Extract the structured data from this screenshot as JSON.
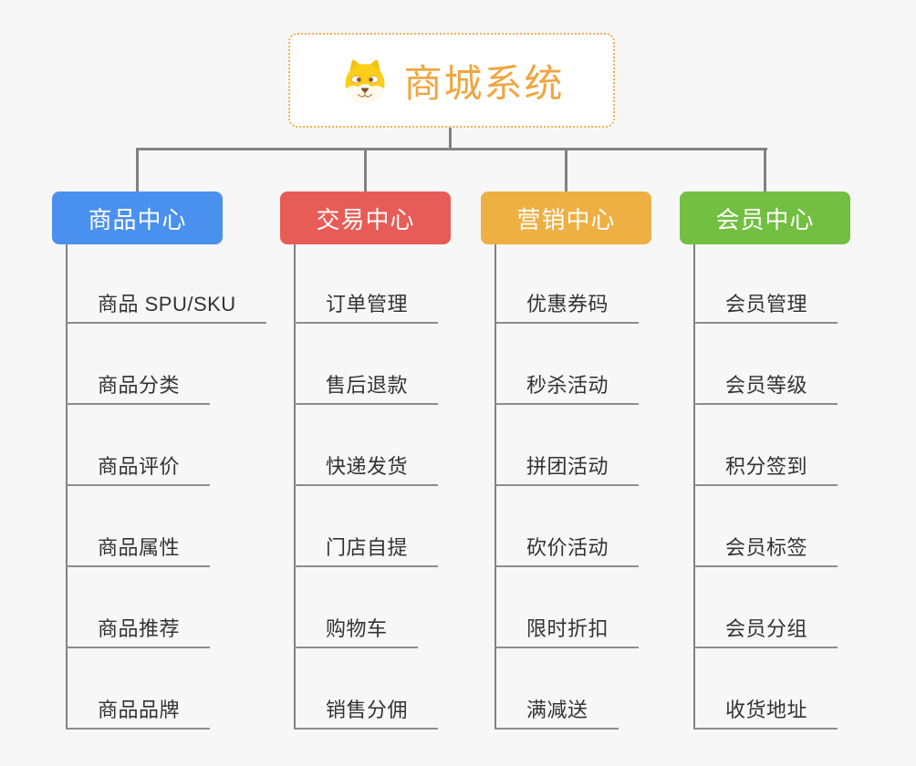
{
  "colors": {
    "background": "#f7f7f7",
    "connector": "#828282",
    "underline": "#8d8d8d",
    "child_text": "#333333",
    "branch_text": "#ffffff",
    "root_text": "#efa640",
    "root_border": "#f0b050",
    "root_bg": "#ffffff"
  },
  "root": {
    "label": "商城系统",
    "icon": "dog-face-icon"
  },
  "branches": [
    {
      "label": "商品中心",
      "color": "#4a90ee",
      "children": [
        "商品 SPU/SKU",
        "商品分类",
        "商品评价",
        "商品属性",
        "商品推荐",
        "商品品牌"
      ]
    },
    {
      "label": "交易中心",
      "color": "#e85c57",
      "children": [
        "订单管理",
        "售后退款",
        "快递发货",
        "门店自提",
        "购物车",
        "销售分佣"
      ]
    },
    {
      "label": "营销中心",
      "color": "#eeb043",
      "children": [
        "优惠券码",
        "秒杀活动",
        "拼团活动",
        "砍价活动",
        "限时折扣",
        "满减送"
      ]
    },
    {
      "label": "会员中心",
      "color": "#72bf41",
      "children": [
        "会员管理",
        "会员等级",
        "积分签到",
        "会员标签",
        "会员分组",
        "收货地址"
      ]
    }
  ]
}
